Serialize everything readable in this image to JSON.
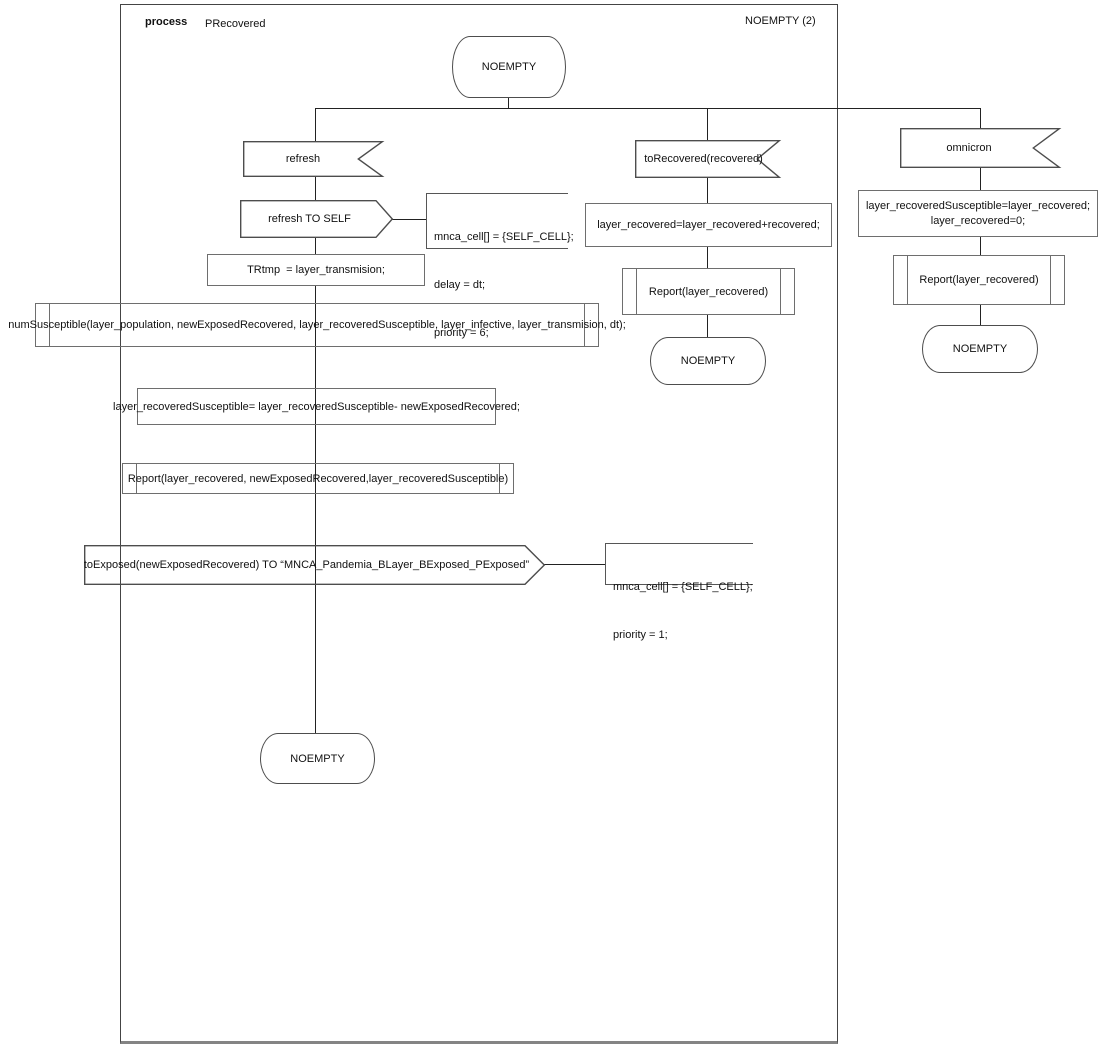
{
  "title": {
    "kind": "process",
    "name": "PRecovered",
    "state_ref": "NOEMPTY (2)"
  },
  "colors": {
    "background": "#ffffff",
    "flow_line": "#222222",
    "shape_border": "#4d4d4d",
    "task_border": "#6e6e6e",
    "text": "#111111"
  },
  "diagram": {
    "start_state": "NOEMPTY",
    "refresh_branch": {
      "input_label": "refresh",
      "output_label": "refresh TO SELF",
      "output_comment": [
        "mnca_cell[] = {SELF_CELL};",
        "delay = dt;",
        "priority = 6;"
      ],
      "task_trtmp": "TRtmp  = layer_transmision;",
      "proc_numsusceptible": "numSusceptible(layer_population, newExposedRecovered, layer_recoveredSusceptible, layer_infective, layer_transmision, dt);",
      "task_update": "layer_recoveredSusceptible= layer_recoveredSusceptible- newExposedRecovered;",
      "proc_report": "Report(layer_recovered, newExposedRecovered,layer_recoveredSusceptible)",
      "output_toexposed": "toExposed(newExposedRecovered) TO “MNCA_Pandemia_BLayer_BExposed_PExposed”",
      "toexposed_comment": [
        "mnca_cell[] = {SELF_CELL};",
        "priority = 1;"
      ],
      "end_state": "NOEMPTY"
    },
    "torecovered_branch": {
      "input_label": "toRecovered(recovered)",
      "task": "layer_recovered=layer_recovered+recovered;",
      "proc_report": "Report(layer_recovered)",
      "end_state": "NOEMPTY"
    },
    "omnicron_branch": {
      "input_label": "omnicron",
      "task_lines": [
        "layer_recoveredSusceptible=layer_recovered;",
        "layer_recovered=0;"
      ],
      "proc_report": "Report(layer_recovered)",
      "end_state": "NOEMPTY"
    }
  }
}
